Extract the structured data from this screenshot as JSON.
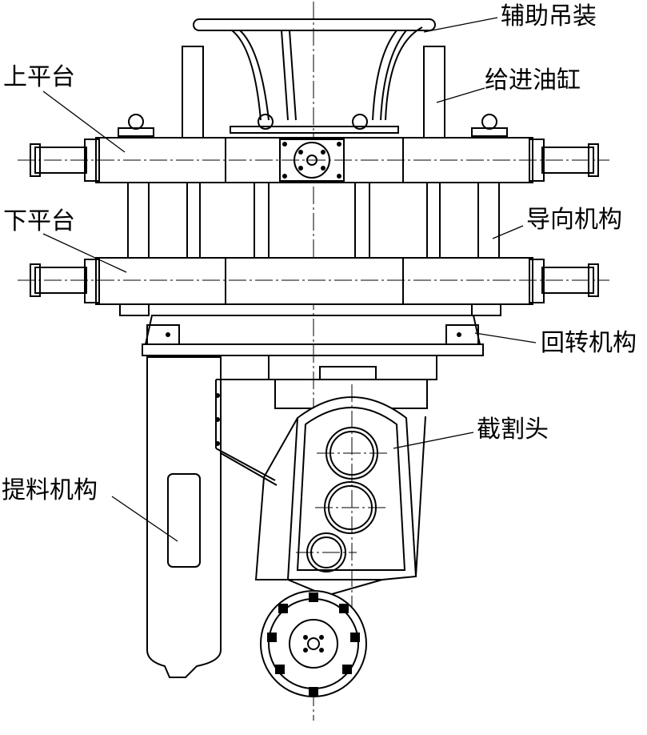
{
  "labels": {
    "auxiliary_hoist": "辅助吊装",
    "upper_platform": "上平台",
    "feed_cylinder": "给进油缸",
    "lower_platform": "下平台",
    "guide_mechanism": "导向机构",
    "slewing_mechanism": "回转机构",
    "cutting_head": "截割头",
    "lifting_mechanism": "提料机构"
  }
}
